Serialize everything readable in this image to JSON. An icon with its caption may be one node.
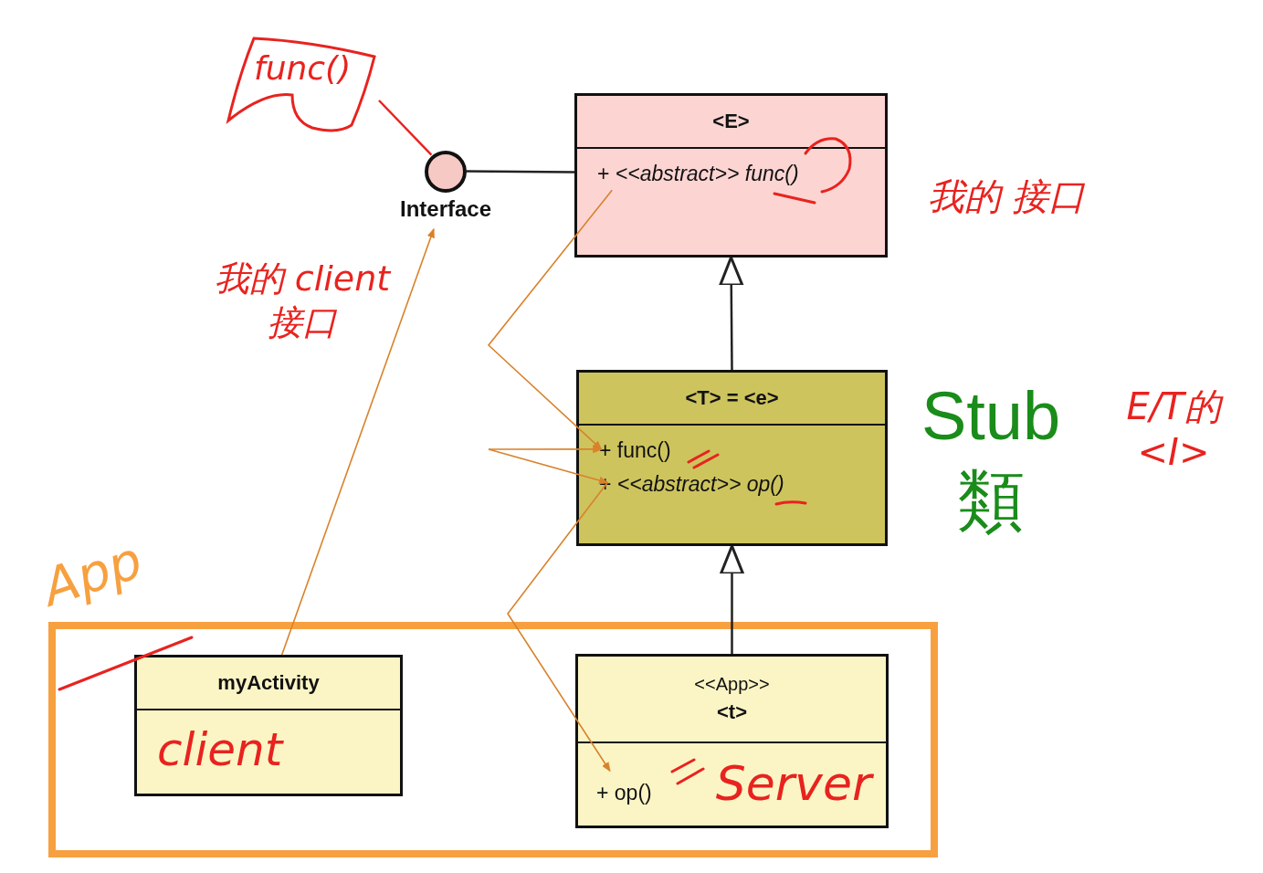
{
  "diagram": {
    "nodes": [
      {
        "text": [
          "func()"
        ]
      },
      {
        "text": [
          "Interface"
        ]
      },
      {
        "text": [
          "<E>",
          "+ *<<abstract>> func()*"
        ]
      },
      {
        "text": [
          "<T> = <e>",
          "+ func()",
          "+ *<<abstract>> op()*"
        ]
      },
      {
        "text": [
          "App"
        ]
      },
      {
        "text": [
          "myActivity",
          "client"
        ],
        "in": 4
      },
      {
        "text": [
          "<<App>>",
          "<t>",
          "+ op()",
          "Server"
        ],
        "in": 4
      }
    ],
    "edges": [
      {
        "from": 0,
        "to": 1,
        "arrow": "none",
        "color": "#e8231f"
      },
      {
        "from": 1,
        "to": 2,
        "arrow": "none",
        "color": "#222222"
      },
      {
        "from": 3,
        "to": 2,
        "arrow": "to",
        "color": "#222222"
      },
      {
        "from": 6,
        "to": 3,
        "arrow": "to",
        "color": "#222222"
      },
      {
        "from": 5,
        "to": 1,
        "arrow": "to"
      },
      {
        "from": 2,
        "to": 3,
        "arrow": "to"
      },
      {
        "from": null,
        "to": 3,
        "arrow": "to"
      },
      {
        "from": null,
        "to": 3,
        "arrow": "to"
      },
      {
        "from": 3,
        "to": 6,
        "arrow": "to"
      }
    ],
    "labels": [
      "我的 client 接口",
      "我的 接口",
      "Stub 類",
      "E/T的 <I>"
    ]
  }
}
